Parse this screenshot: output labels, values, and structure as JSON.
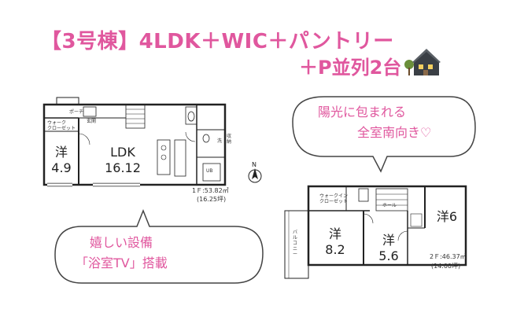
{
  "header": {
    "title": "【3号棟】4LDK＋WIC＋パントリー",
    "subtitle": "＋P並列2台"
  },
  "icons": {
    "house": "house-icon",
    "compass": "north-arrow-icon"
  },
  "floor1": {
    "rooms": {
      "western": "洋",
      "western_size": "4.9",
      "ldk": "LDK",
      "ldk_size": "16.12"
    },
    "small_labels": {
      "porch": "ポーチ",
      "entrance": "玄関",
      "closet": "ウォーク\nクローゼット",
      "ub": "UB",
      "wash": "洗",
      "storage": "収納"
    },
    "area": "1Ｆ:53.82㎡",
    "tsubo": "(16.25坪)"
  },
  "floor2": {
    "rooms": {
      "room1": "洋",
      "room1_size": "8.2",
      "room2": "洋",
      "room2_size": "5.6",
      "room3": "洋6"
    },
    "small_labels": {
      "wic": "ウォークイン\nクローゼット",
      "hall": "ホール",
      "balcony": "バルコニー"
    },
    "area": "2Ｆ:46.37㎡",
    "tsubo": "(14.00坪)"
  },
  "bubbles": {
    "top_right": [
      "陽光に包まれる",
      "全室南向き♡"
    ],
    "bottom_left": [
      "嬉しい設備",
      "「浴室TV」搭載"
    ]
  },
  "colors": {
    "accent": "#e0579e",
    "line": "#222222",
    "bubble_border": "#444444"
  }
}
